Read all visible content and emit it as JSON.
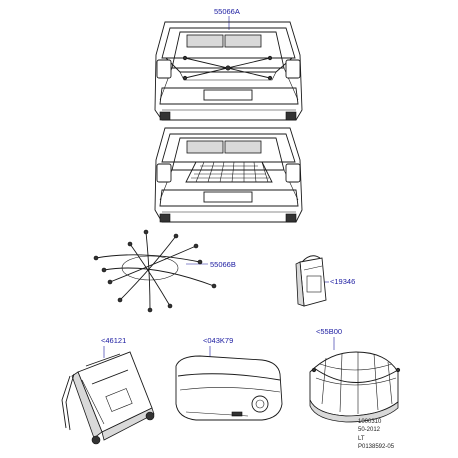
{
  "callouts": {
    "part_55066A": "55066A",
    "part_55066B": "55066B",
    "part_19346": "<19346",
    "part_46121": "<46121",
    "part_043K79": "<043K79",
    "part_55B00": "<55B00"
  },
  "footer": {
    "line1": "1000310",
    "line2": "50-2012",
    "line3": "LT",
    "line4": "P0138592-05"
  }
}
